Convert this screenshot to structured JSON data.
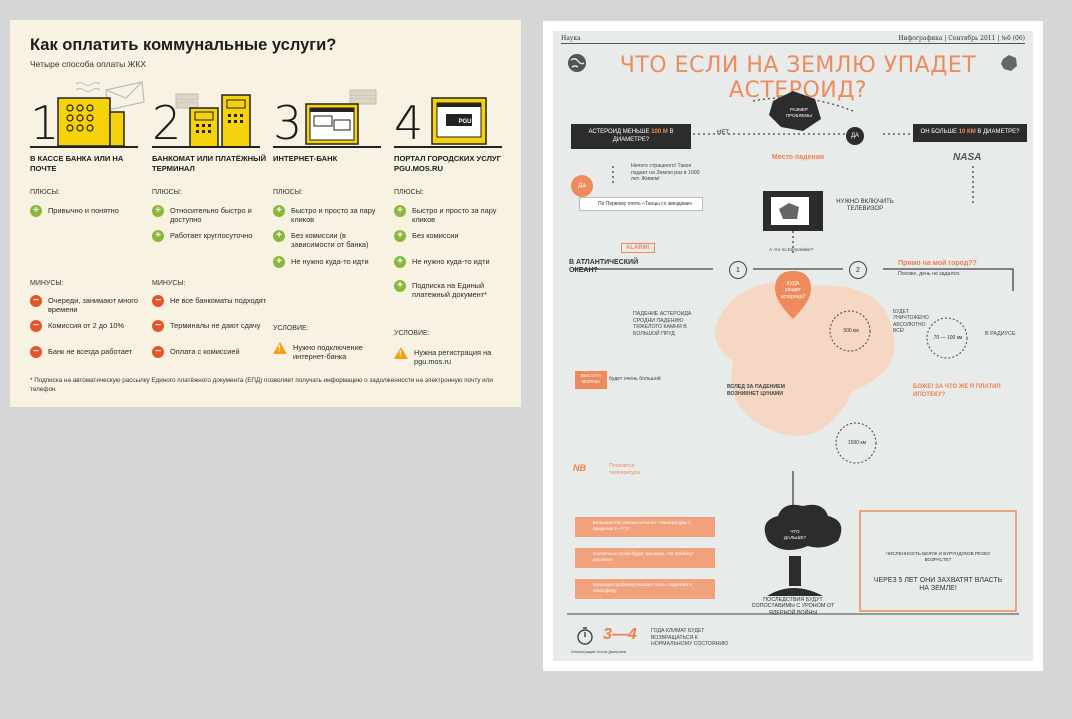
{
  "left": {
    "title": "Как оплатить коммунальные услуги?",
    "subtitle": "Четыре способа оплаты ЖКХ",
    "pluses_label": "ПЛЮСЫ:",
    "minuses_label": "МИНУСЫ:",
    "condition_label": "УСЛОВИЕ:",
    "columns": [
      {
        "num": "1",
        "head": "В кассе банка или на почте",
        "pluses": [
          "Привычно и понятно"
        ],
        "minuses": [
          "Очереди, занимают много времени",
          "Комиссия от 2 до 10%",
          "Банк не всегда работает"
        ]
      },
      {
        "num": "2",
        "head": "Банкомат или платёжный терминал",
        "pluses": [
          "Относительно быстро и доступно",
          "Работает круглосуточно"
        ],
        "minuses": [
          "Не все банкоматы подходят",
          "Терминалы не дают сдачу",
          "Оплата с комиссией"
        ]
      },
      {
        "num": "3",
        "head": "Интернет-банк",
        "pluses": [
          "Быстро и просто за пару кликов",
          "Без комиссии (в зависимости от банка)",
          "Не нужно куда-то идти"
        ],
        "condition": "Нужно подключение интернет-банка"
      },
      {
        "num": "4",
        "head": "Портал городских услуг pgu.mos.ru",
        "pluses": [
          "Быстро и просто за пару кликов",
          "Без комиссии",
          "Не нужно куда-то идти",
          "Подписка на Единый платежный документ*"
        ],
        "condition": "Нужна регистрация на pgu.mos.ru",
        "screen_text": "PGU"
      }
    ],
    "footnote": "* Подписка на автоматическую рассылку Единого платёжного документа (ЕПД) позволяет получать информацию о задолженности на электронную почту или телефон",
    "colors": {
      "plus": "#8bb83a",
      "minus": "#e5552a",
      "warn": "#f0a31a",
      "accent": "#f5d20c"
    }
  },
  "right": {
    "header_left": "Наука",
    "header_right": "Инфографика | Сентябрь 2011 | №6 (06)",
    "title": "ЧТО ЕСЛИ НА ЗЕМЛЮ УПАДЕТ АСТЕРОИД?",
    "q_small": "АСТЕРОИД МЕНЬШЕ",
    "q_small_hl": "100 М",
    "q_small_end": "В ДИАМЕТРЕ?",
    "q_big": "ОН БОЛЬШЕ",
    "q_big_hl": "10 КМ",
    "q_big_end": "В ДИАМЕТРЕ?",
    "no": "НЕТ",
    "yes": "ДА",
    "yes_small": "Да",
    "rock_label": "РАЗМЕР ПРОБЛЕМЫ",
    "place": "Место падения",
    "tv": "НУЖНО ВКЛЮЧИТЬ ТЕЛЕВИЗОР",
    "nasa": "NASA",
    "scary": "Ничего страшного! Такое падает на Землю раз в 1000 лет. Живем!",
    "channel": "По Первому опять «Танцы со звездами»",
    "alarm": "ALARM!",
    "europe": "А что по Евпопейке?",
    "atlantic": "В АТЛАНТИЧЕСКИЙ ОКЕАН?",
    "city": "Прямо на мой город??",
    "city_sub": "Похоже, день не задался.",
    "where": "КУДА упадет астероид?",
    "n1": "1",
    "n2": "2",
    "tsunami": "ВСЛЕД ЗА ПАДЕНИЕМ ВОЗНИКНЕТ ЦУНАМИ",
    "fall_desc": "ПАДЕНИЕ АСТЕРОИДА СРОДНИ ПАДЕНИЮ ТЯЖЕЛОГО КАМНЯ В БОЛЬШОЙ ПРУД",
    "km500": "500 км",
    "km70": "70 — 100 км",
    "km1500": "1500 км",
    "radius": "В РАДИУСЕ",
    "destroyed": "БУДЕТ УНИЧТОЖЕНО АБСОЛЮТНО ВСЁ!",
    "ipoteka": "БОЖЕ! ЗА ЧТО ЖЕ Я ПЛАТИЛ ИПОТЕКУ?",
    "height": "ВЫСОТА ВОЛНЫ",
    "height_big": "будет очень большой",
    "nb": "NB",
    "cold": "Понизится температура",
    "nuclear": "ПОСЛЕДСТВИЯ БУДУТ СОПОСТАВИМЫ С УРОНОМ ОТ ЯДЕРНОЙ ВОЙНЫ",
    "what_next": "ЧТО ДАЛЬШЕ?",
    "years": "ЧЕРЕЗ 5 ЛЕТ ОНИ ЗАХВАТЯТ ВЛАСТЬ НА ЗЕМЛЕ!",
    "squirrels": "ЧИСЛЕННОСТЬ БЕЛОК И БУРУНДУКОВ РЕЗКО ВОЗРАСТЕТ",
    "b1": "Большинство океана остынет: температуры в пределах 2—7°С",
    "b2": "Солнечных лучей будет так мало, что погибнут растения",
    "b3": "Большую проблему вызовет пыль, поднятая в атмосферу",
    "three_four": "3—4",
    "climate": "ГОДА КЛИМАТ БУДЕТ ВОЗВРАЩАТЬСЯ К НОРМАЛЬНОМУ СОСТОЯНИЮ",
    "credit": "Иллюстрация: Коста Дмитриев",
    "color_accent": "#ef8a5c"
  }
}
